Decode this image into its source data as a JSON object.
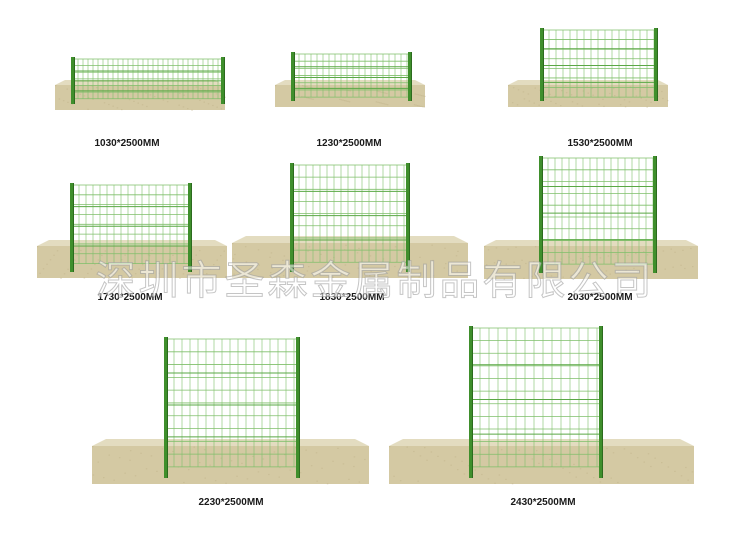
{
  "panels": [
    {
      "label": "1030*2500MM"
    },
    {
      "label": "1230*2500MM"
    },
    {
      "label": "1530*2500MM"
    },
    {
      "label": "1730*2500MM"
    },
    {
      "label": "1830*2500MM"
    },
    {
      "label": "2030*2500MM"
    },
    {
      "label": "2230*2500MM"
    },
    {
      "label": "2430*2500MM"
    }
  ],
  "watermark": "深圳市圣森金属制品有限公司",
  "colors": {
    "ground_top": "#e3dcc0",
    "ground_front": "#d4c9a3",
    "post": "#3f8f2c",
    "post_dark": "#2c6b1e",
    "mesh": "#7fbf6a"
  }
}
